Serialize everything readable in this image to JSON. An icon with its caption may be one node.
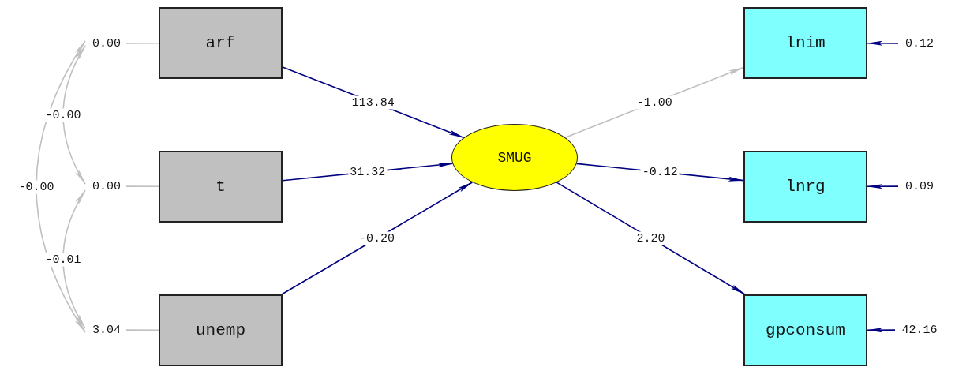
{
  "diagram": {
    "nodes": [
      {
        "text": [
          "0.00"
        ]
      },
      {
        "text": [
          "0.00"
        ]
      },
      {
        "text": [
          "3.04"
        ]
      },
      {
        "text": [
          "arf"
        ]
      },
      {
        "text": [
          "t"
        ]
      },
      {
        "text": [
          "unemp"
        ]
      },
      {
        "text": [
          "SMUG"
        ]
      },
      {
        "text": [
          "lnim"
        ]
      },
      {
        "text": [
          "lnrg"
        ]
      },
      {
        "text": [
          "gpconsum"
        ]
      },
      {
        "text": [
          "0.12"
        ]
      },
      {
        "text": [
          "0.09"
        ]
      },
      {
        "text": [
          "42.16"
        ]
      }
    ],
    "edges": [
      {
        "from": 0,
        "to": 3,
        "arrow": "none",
        "color": "#c0c0c0"
      },
      {
        "from": 1,
        "to": 4,
        "arrow": "none",
        "color": "#c0c0c0"
      },
      {
        "from": 2,
        "to": 5,
        "arrow": "none",
        "color": "#c0c0c0"
      },
      {
        "from": 0,
        "to": 1,
        "arrow": "both",
        "label": "-0.00",
        "color": "#c0c0c0"
      },
      {
        "from": 1,
        "to": 2,
        "arrow": "both",
        "label": "-0.01",
        "color": "#c0c0c0"
      },
      {
        "from": 0,
        "to": 2,
        "arrow": "both",
        "label": "-0.00",
        "color": "#c0c0c0"
      },
      {
        "from": 3,
        "to": 6,
        "arrow": "to",
        "label": "113.84"
      },
      {
        "from": 4,
        "to": 6,
        "arrow": "to",
        "label": "31.32"
      },
      {
        "from": 5,
        "to": 6,
        "arrow": "to",
        "label": "-0.20"
      },
      {
        "from": 6,
        "to": 7,
        "arrow": "to",
        "label": "-1.00",
        "color": "#c0c0c0"
      },
      {
        "from": 6,
        "to": 8,
        "arrow": "to",
        "label": "-0.12"
      },
      {
        "from": 6,
        "to": 9,
        "arrow": "to",
        "label": "2.20"
      },
      {
        "from": 10,
        "to": 7,
        "arrow": "to"
      },
      {
        "from": 11,
        "to": 8,
        "arrow": "to"
      },
      {
        "from": 12,
        "to": 9,
        "arrow": "to"
      }
    ]
  }
}
